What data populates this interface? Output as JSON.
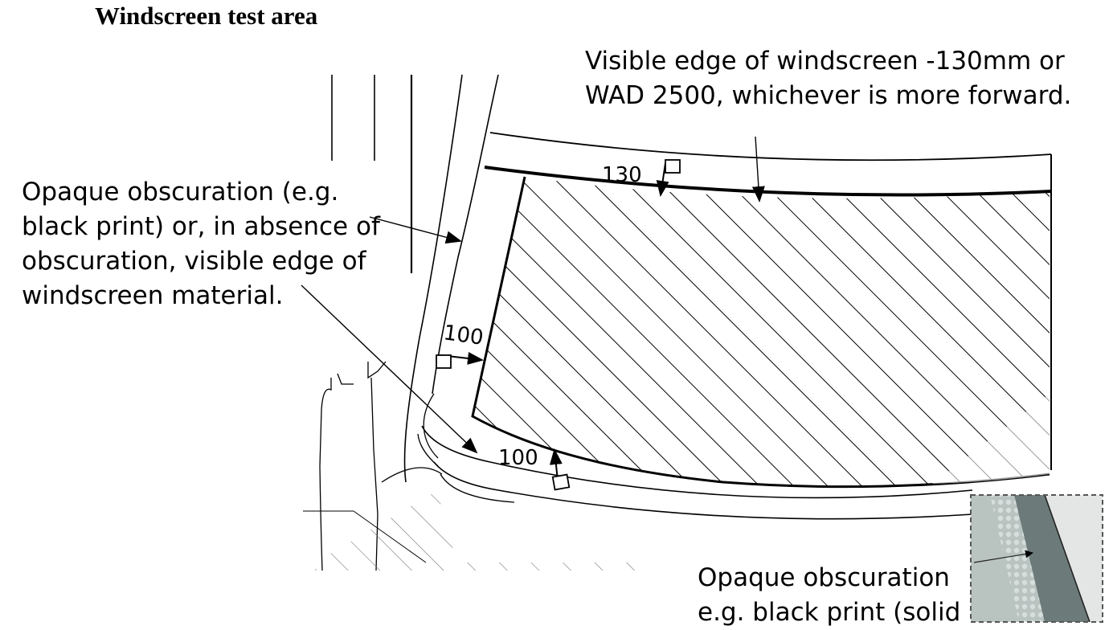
{
  "heading": "Windscreen test area",
  "labels": {
    "top_right": [
      "Visible edge of windscreen -130mm or",
      "WAD 2500, whichever is more forward."
    ],
    "left": [
      "Opaque obscuration (e.g.",
      "black print) or, in absence of",
      "obscuration, visible edge of",
      "windscreen material."
    ],
    "bottom_right": [
      "Opaque obscuration",
      "e.g. black print (solid"
    ]
  },
  "dimensions": {
    "top_offset": "130",
    "side_offset": "100",
    "bottom_offset": "100"
  },
  "colors": {
    "line": "#000000",
    "inset_light": "#b9c4c1",
    "inset_dark": "#6c7b79",
    "inset_right": "#e3e6e5",
    "inset_dots": "#d7dedd",
    "inset_border": "#555555"
  }
}
